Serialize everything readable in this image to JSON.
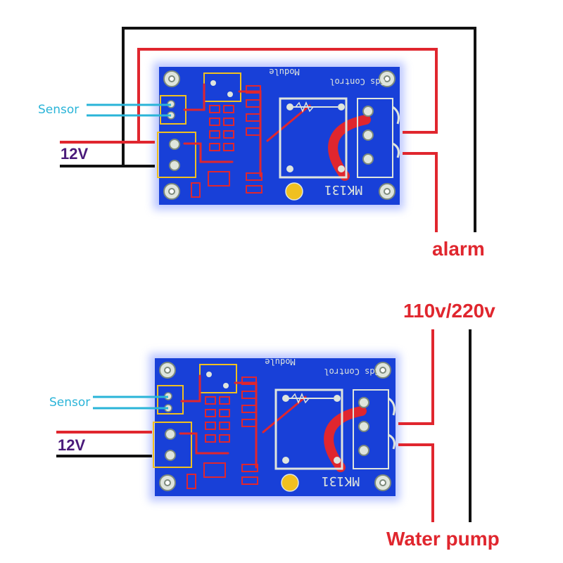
{
  "diagram_top": {
    "sensor_label": "Sensor",
    "voltage_label": "12V",
    "load_label": "alarm",
    "board": {
      "title_line1": "Cds Control",
      "title_line2": "Module",
      "model": "MK131"
    }
  },
  "diagram_bottom": {
    "sensor_label": "Sensor",
    "voltage_label": "12V",
    "supply_label": "110v/220v",
    "load_label": "Water pump",
    "board": {
      "title_line1": "Cds Control",
      "title_line2": "Module",
      "model": "MK131"
    }
  },
  "colors": {
    "pcb_blue": "#1840d8",
    "trace_red": "#e0262e",
    "wire_red": "#e0262e",
    "wire_black": "#111111",
    "wire_cyan": "#2ab4d8",
    "label_purple": "#4a1a7a"
  }
}
